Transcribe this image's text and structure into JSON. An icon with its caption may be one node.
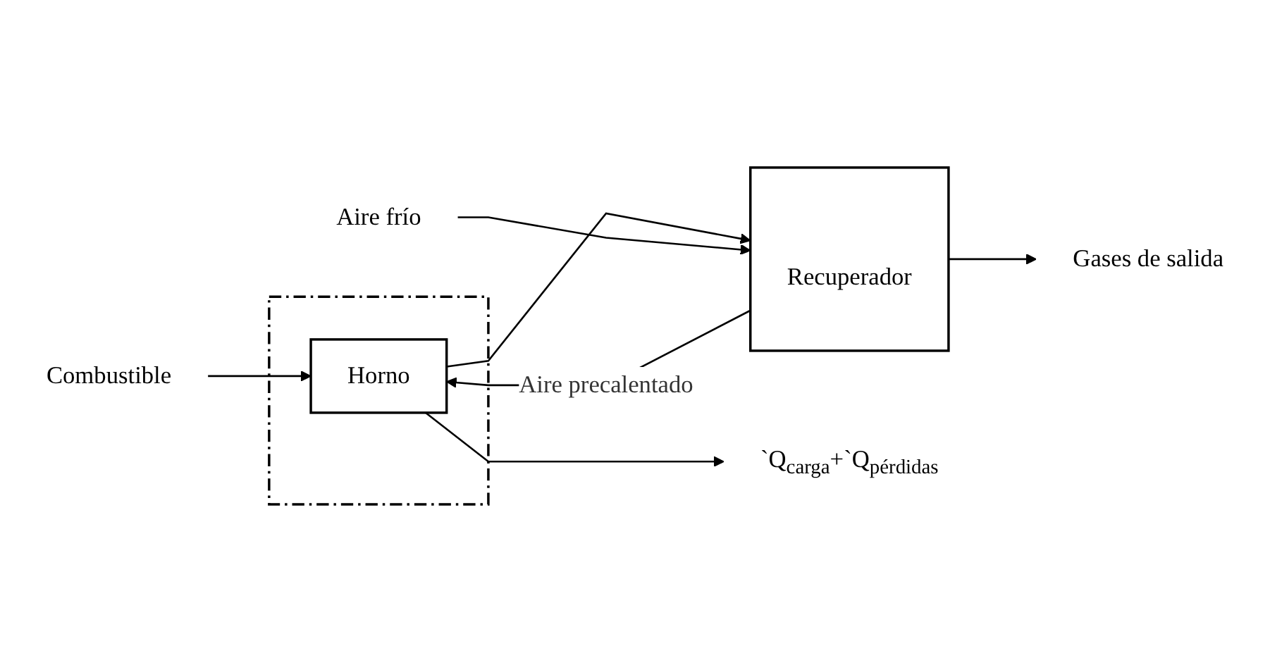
{
  "diagram": {
    "nodes": [
      {
        "text": [],
        "shape": "box"
      },
      {
        "text": [
          "Horno"
        ],
        "in": 0
      },
      {
        "text": [
          "Recuperador"
        ]
      },
      {
        "text": [
          "Combustible"
        ]
      },
      {
        "text": [
          "Gases de salida"
        ]
      },
      {
        "text": [
          "Aire frío"
        ]
      },
      {
        "text": [
          "`Q$_{carga}$+`Q$_{pérdidas}$"
        ]
      }
    ],
    "edges": [
      {
        "from": 3,
        "to": 1,
        "arrow": "to"
      },
      {
        "from": 2,
        "to": 1,
        "arrow": "to",
        "label": "Aire precalentado"
      },
      {
        "from": 1,
        "to": 2,
        "arrow": "to"
      },
      {
        "from": 2,
        "to": 4,
        "arrow": "to"
      },
      {
        "from": 5,
        "to": 2,
        "arrow": "to"
      },
      {
        "from": 1,
        "to": 6,
        "arrow": "to"
      }
    ]
  }
}
